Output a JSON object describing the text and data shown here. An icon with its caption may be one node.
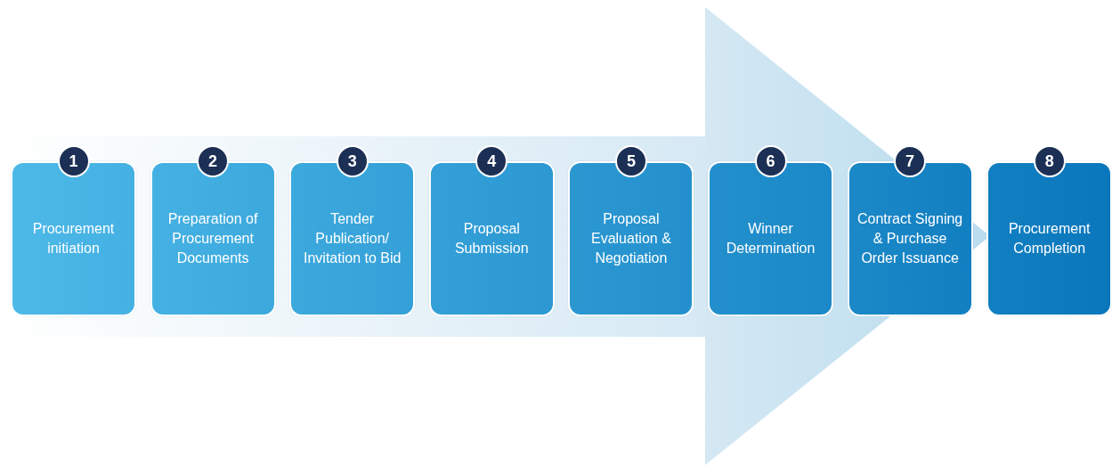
{
  "diagram": {
    "nodes": [
      {
        "text": [
          "1",
          "Procurement initiation"
        ]
      },
      {
        "text": [
          "2",
          "Preparation of Procurement Documents"
        ]
      },
      {
        "text": [
          "3",
          "Tender Publication/ Invitation to Bid"
        ]
      },
      {
        "text": [
          "4",
          "Proposal Submission"
        ]
      },
      {
        "text": [
          "5",
          "Proposal Evaluation & Negotiation"
        ]
      },
      {
        "text": [
          "6",
          "Winner Determination"
        ]
      },
      {
        "text": [
          "7",
          "Contract Signing & Purchase Order Issuance"
        ]
      },
      {
        "text": [
          "8",
          "Procurement Completion"
        ]
      }
    ]
  }
}
